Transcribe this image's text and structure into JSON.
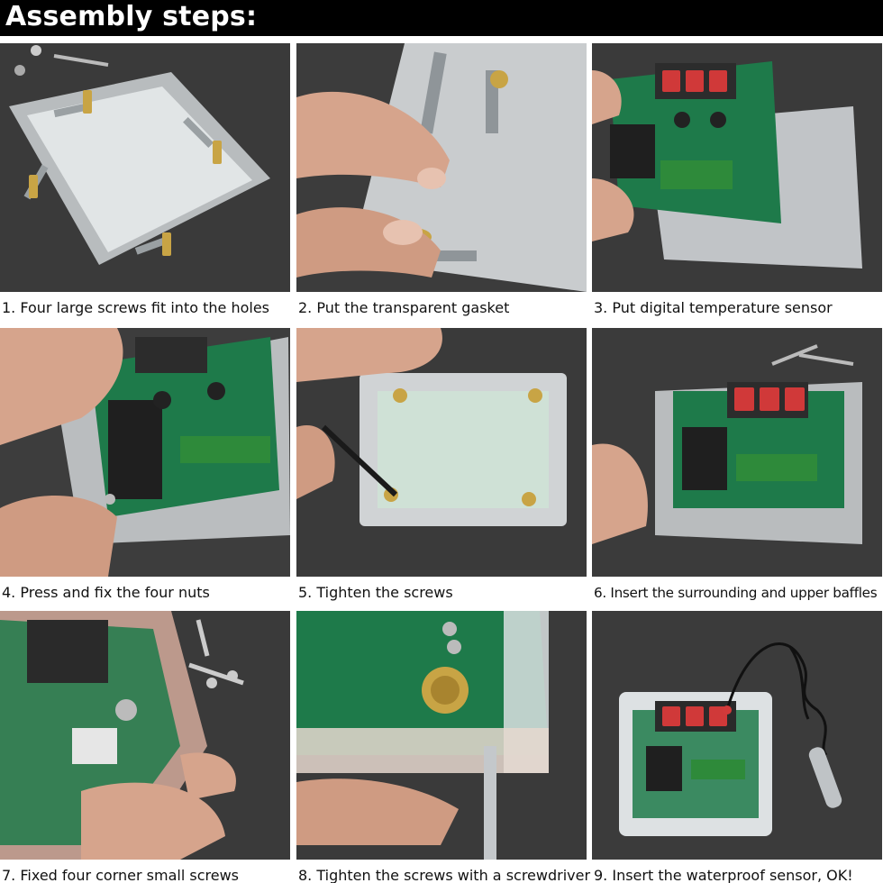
{
  "header": {
    "title": "Assembly steps:"
  },
  "steps": [
    {
      "caption": "1. Four large screws fit into the holes"
    },
    {
      "caption": "2. Put the transparent gasket"
    },
    {
      "caption": "3. Put digital temperature sensor"
    },
    {
      "caption": "4. Press and fix the four nuts"
    },
    {
      "caption": "5. Tighten the screws"
    },
    {
      "caption": "6. Insert the surrounding and upper baffles"
    },
    {
      "caption": "7. Fixed four corner small screws"
    },
    {
      "caption": "8. Tighten the screws with a screwdriver"
    },
    {
      "caption": "9. Insert the waterproof sensor, OK!"
    }
  ],
  "colors": {
    "header_bg": "#000000",
    "header_text": "#ffffff",
    "photo_bg": "#3d3d3d",
    "pcb_green": "#1e7a4a",
    "led_red": "#e23b3b",
    "acrylic": "#d9dde0"
  }
}
